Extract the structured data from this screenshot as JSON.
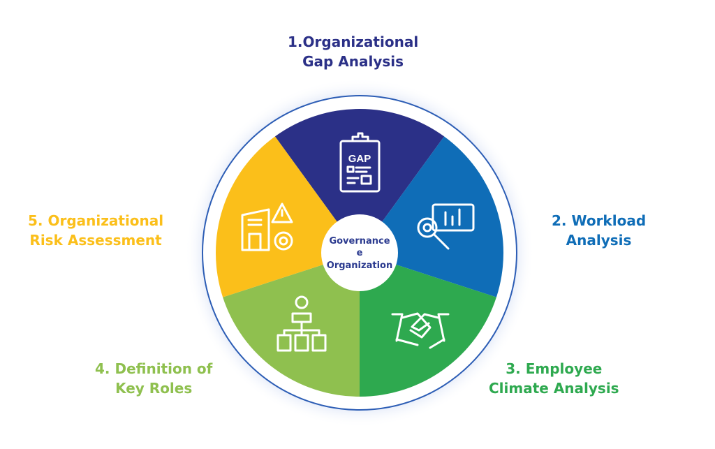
{
  "center": {
    "line1": "Governance",
    "line2": "e",
    "line3": "Organization",
    "color": "#2B3A8F"
  },
  "segments": [
    {
      "name": "organizational-gap-analysis",
      "line1": "1.Organizational",
      "line2": "Gap Analysis",
      "color": "#2B3087",
      "text_color": "#2B3087",
      "icon": "gap-clipboard-icon"
    },
    {
      "name": "workload-analysis",
      "line1": "2. Workload",
      "line2": "Analysis",
      "color": "#0F6DB7",
      "text_color": "#0F6DB7",
      "icon": "analytics-magnifier-icon"
    },
    {
      "name": "employee-climate-analysis",
      "line1": "3. Employee",
      "line2": "Climate Analysis",
      "color": "#2EA94F",
      "text_color": "#2EA94F",
      "icon": "handshake-icon"
    },
    {
      "name": "definition-of-key-roles",
      "line1": "4. Definition of",
      "line2": "Key Roles",
      "color": "#8FC04F",
      "text_color": "#8FC04F",
      "icon": "org-chart-icon"
    },
    {
      "name": "organizational-risk-assessment",
      "line1": "5. Organizational",
      "line2": "Risk Assessment",
      "color": "#FBBF1A",
      "text_color": "#FBBF1A",
      "icon": "building-risk-icon"
    }
  ],
  "ring_color": "#2C5DB5"
}
